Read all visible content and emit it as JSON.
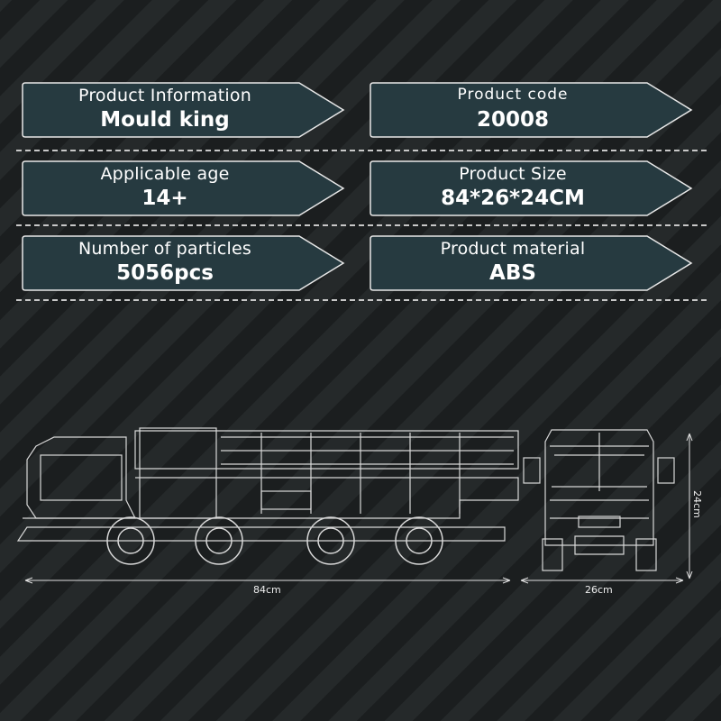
{
  "panels": [
    {
      "label": "Product Information",
      "value": "Mould king"
    },
    {
      "label": "Product code",
      "value": "20008"
    },
    {
      "label": "Applicable age",
      "value": "14+"
    },
    {
      "label": "Product Size",
      "value": "84*26*24CM"
    },
    {
      "label": "Number of particles",
      "value": "5056pcs"
    },
    {
      "label": "Product material",
      "value": "ABS"
    }
  ],
  "dimensions": {
    "length": "84cm",
    "width": "26cm",
    "height": "24cm"
  },
  "colors": {
    "panel_fill": "#263a40",
    "background": "#1b1e1f"
  }
}
